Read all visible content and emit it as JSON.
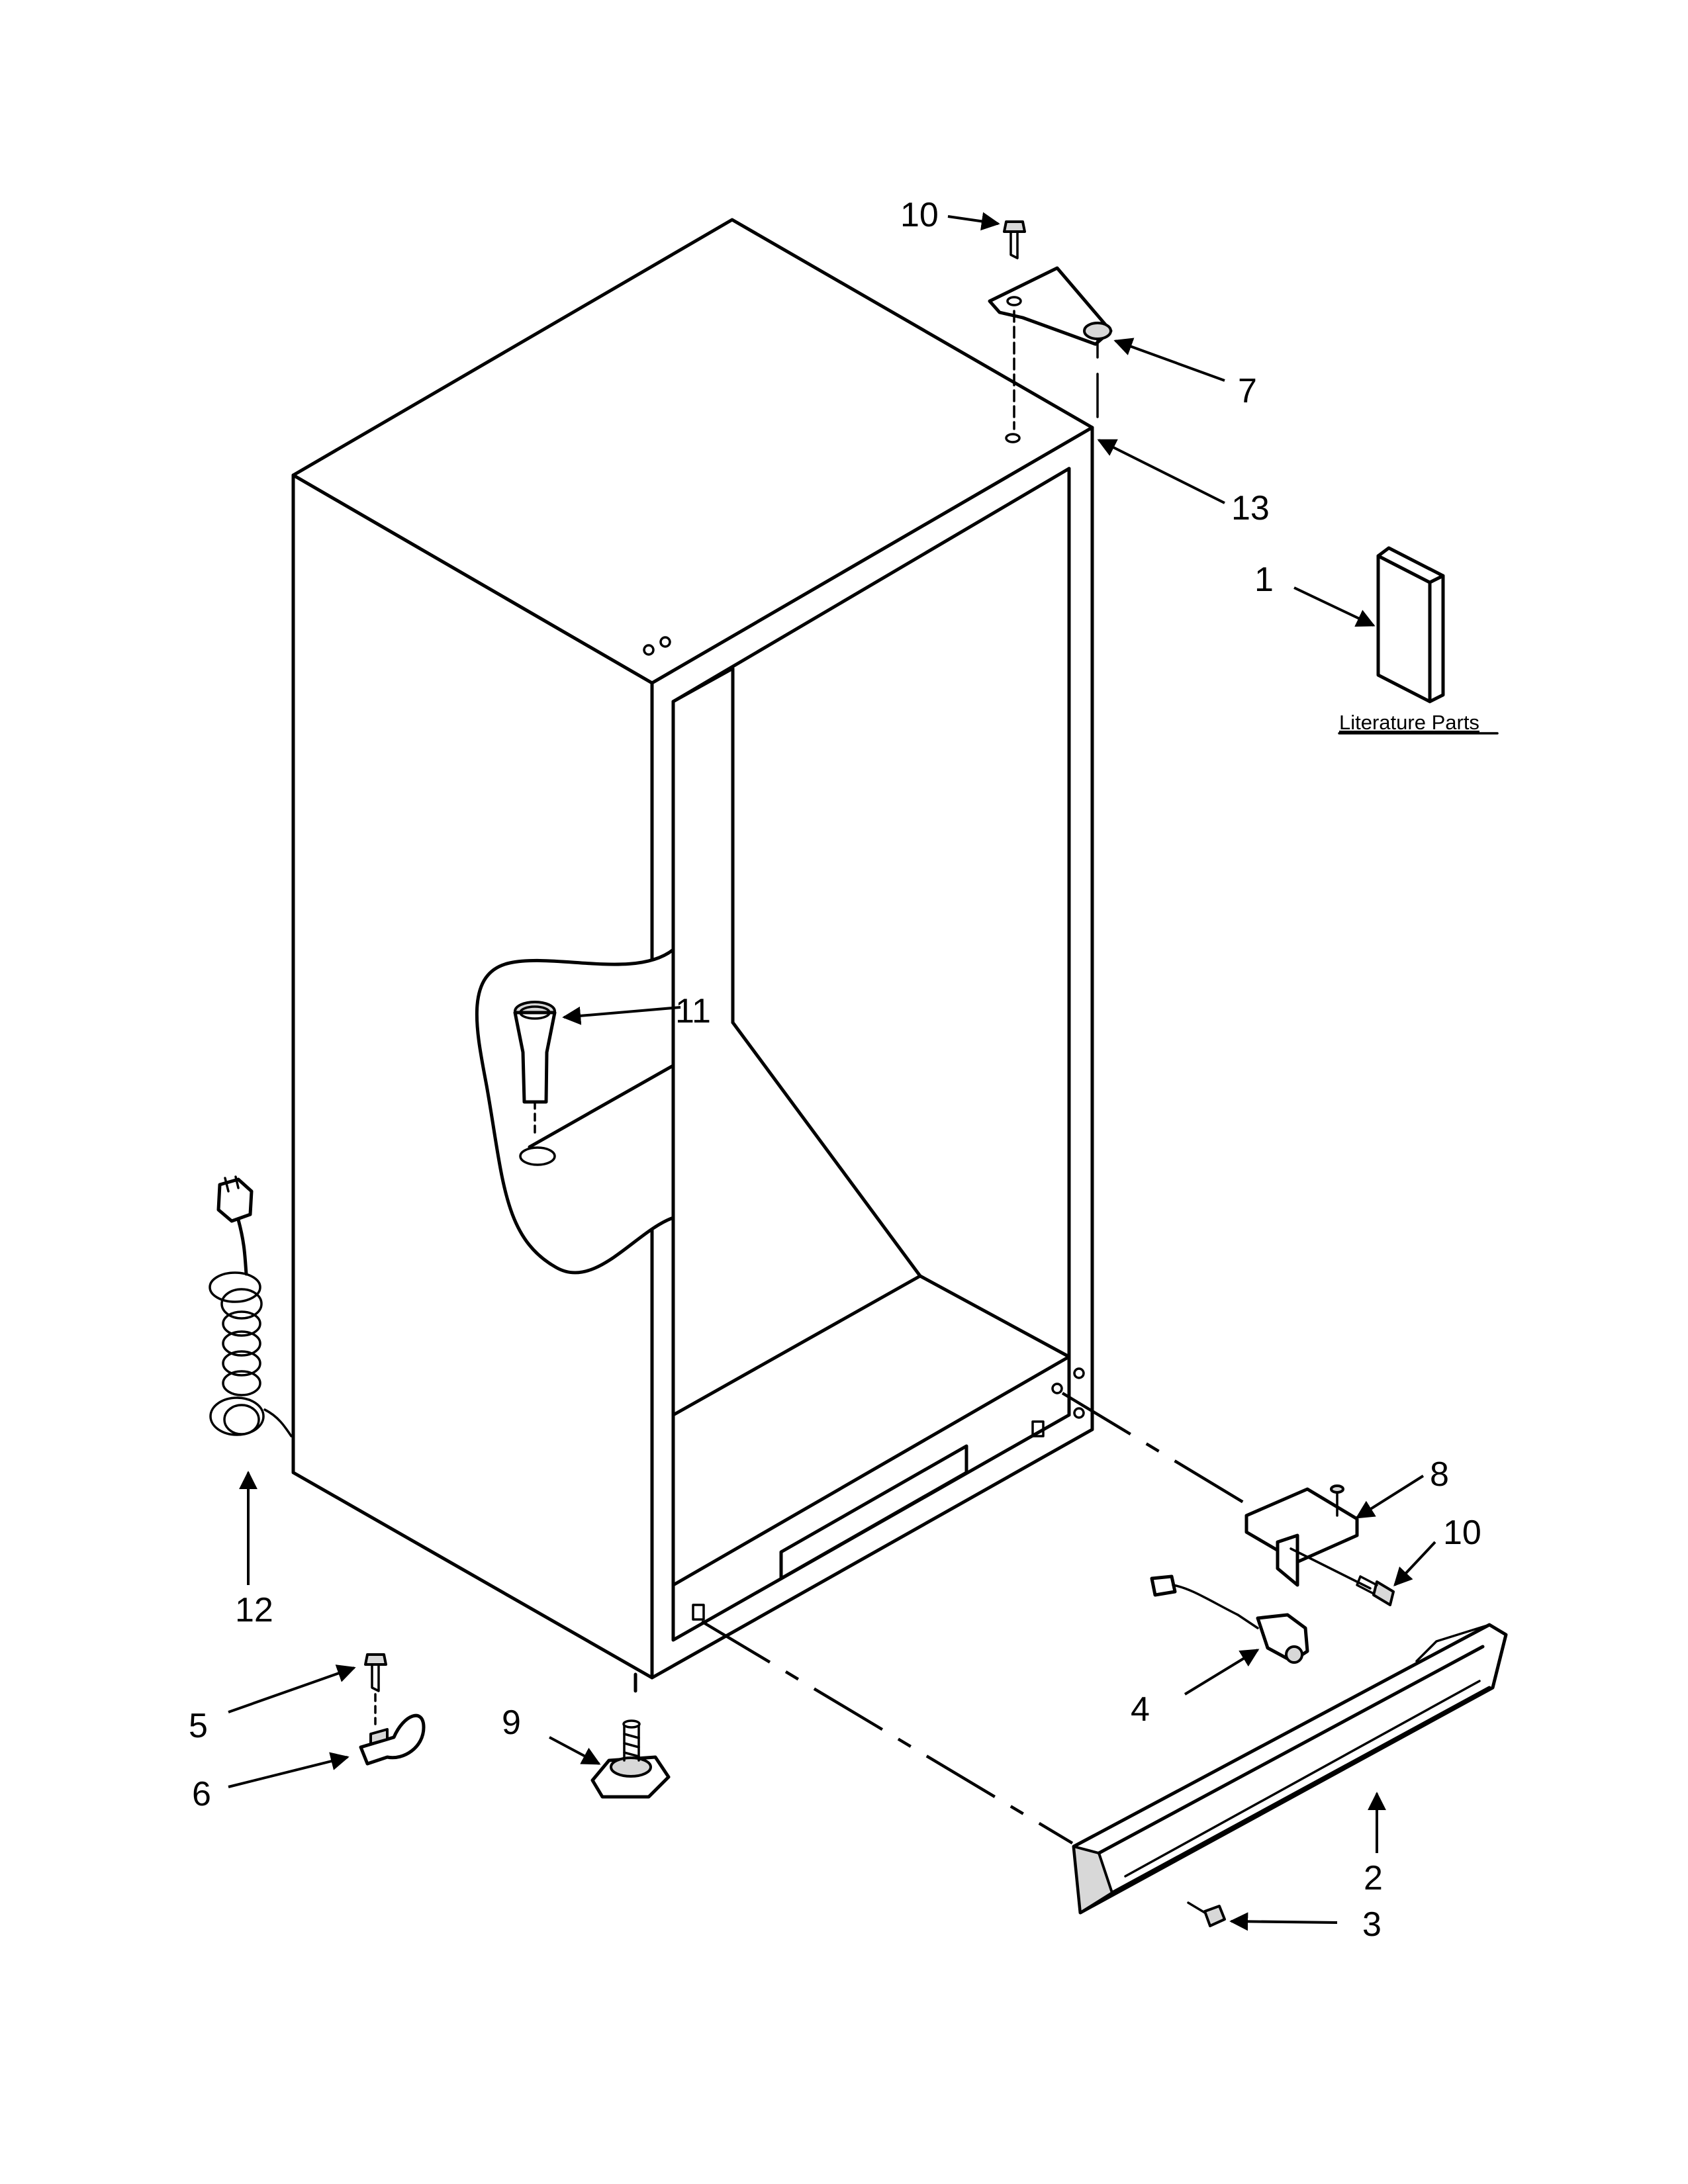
{
  "callouts": {
    "c1": "1",
    "c2": "2",
    "c3": "3",
    "c4": "4",
    "c5": "5",
    "c6": "6",
    "c7": "7",
    "c8": "8",
    "c9": "9",
    "c10_top": "10",
    "c10_right": "10",
    "c11": "11",
    "c12": "12",
    "c13": "13"
  },
  "literature_label": "Literature Parts"
}
